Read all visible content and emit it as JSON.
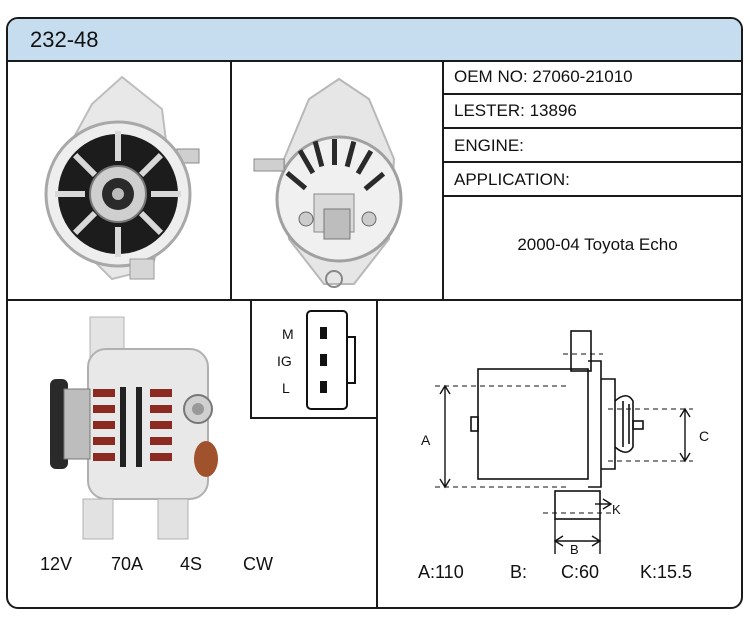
{
  "header": {
    "title": "232-48"
  },
  "specs": {
    "oem_label": "OEM NO:",
    "oem_value": "27060-21010",
    "lester_label": "LESTER:",
    "lester_value": "13896",
    "engine_label": "ENGINE:",
    "engine_value": "",
    "application_label": "APPLICATION:",
    "application_value": "2000-04 Toyota Echo"
  },
  "connector": {
    "pins": [
      "M",
      "IG",
      "L"
    ]
  },
  "electrical": {
    "voltage": "12V",
    "amperage": "70A",
    "groove": "4S",
    "rotation": "CW"
  },
  "dimensions": {
    "labels": {
      "a": "A",
      "b": "B",
      "c": "C",
      "k": "K"
    },
    "a_text": "A:110",
    "b_text": "B:",
    "c_text": "C:60",
    "k_text": "K:15.5"
  },
  "colors": {
    "header_bg": "#c6dcef",
    "border": "#1a1a1a"
  }
}
